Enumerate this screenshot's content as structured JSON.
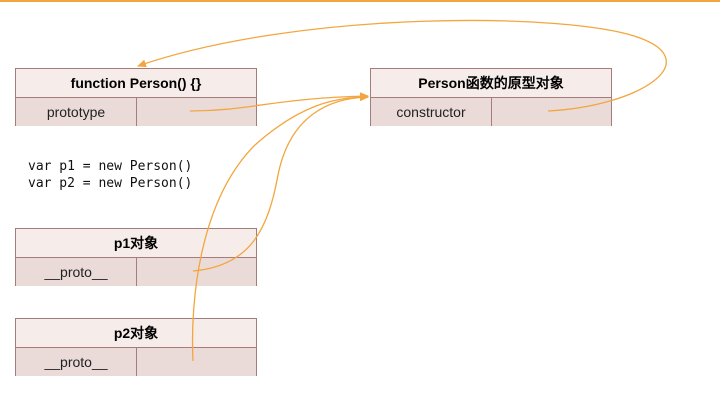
{
  "person_fn": {
    "title": "function Person() {}",
    "field": "prototype"
  },
  "proto_obj": {
    "title": "Person函数的原型对象",
    "field": "constructor"
  },
  "code_lines": [
    "var p1 = new Person()",
    "var p2 = new Person()"
  ],
  "p1": {
    "title": "p1对象",
    "field": "__proto__"
  },
  "p2": {
    "title": "p2对象",
    "field": "__proto__"
  },
  "colors": {
    "arrow": "#f2a63d",
    "border": "#a57c7c",
    "top_rule": "#f2a63d"
  }
}
